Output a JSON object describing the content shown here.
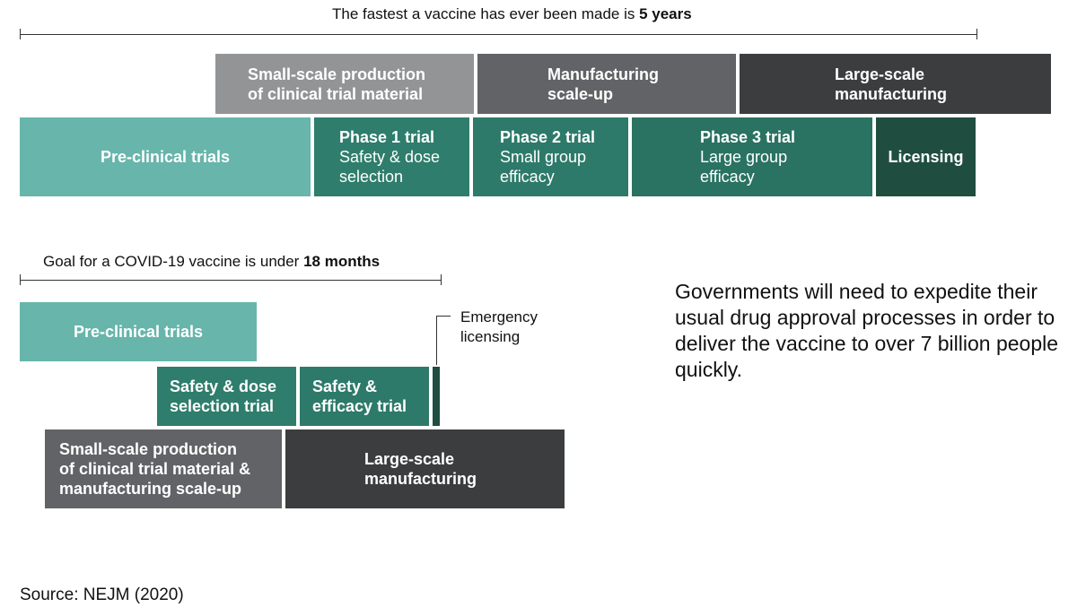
{
  "top": {
    "title_prefix": "The fastest a vaccine has ever been made is ",
    "title_bold": "5 years",
    "production": [
      {
        "line1": "Small-scale production",
        "line2": "of clinical trial material"
      },
      {
        "line1": "Manufacturing",
        "line2": "scale-up"
      },
      {
        "line1": "Large-scale",
        "line2": "manufacturing"
      }
    ],
    "trials": {
      "preclinical": "Pre-clinical trials",
      "phase1": {
        "title": "Phase 1 trial",
        "line1": "Safety & dose",
        "line2": "selection"
      },
      "phase2": {
        "title": "Phase 2 trial",
        "line1": "Small group",
        "line2": "efficacy"
      },
      "phase3": {
        "title": "Phase 3 trial",
        "line1": "Large group",
        "line2": "efficacy"
      },
      "licensing": "Licensing"
    }
  },
  "bottom": {
    "title_prefix": "Goal for a COVID-19 vaccine is under ",
    "title_bold": "18 months",
    "preclinical": "Pre-clinical trials",
    "safety_dose": {
      "line1": "Safety & dose",
      "line2": "selection trial"
    },
    "safety_efficacy": {
      "line1": "Safety &",
      "line2": "efficacy trial"
    },
    "emergency": {
      "line1": "Emergency",
      "line2": "licensing"
    },
    "small_scale": {
      "line1": "Small-scale production",
      "line2": "of clinical trial material &",
      "line3": "manufacturing scale-up"
    },
    "large_scale": {
      "line1": "Large-scale",
      "line2": "manufacturing"
    }
  },
  "governments_note": "Governments will need to expedite their usual drug approval processes in order to deliver the vaccine to over 7 billion people quickly.",
  "source": "Source: NEJM (2020)"
}
